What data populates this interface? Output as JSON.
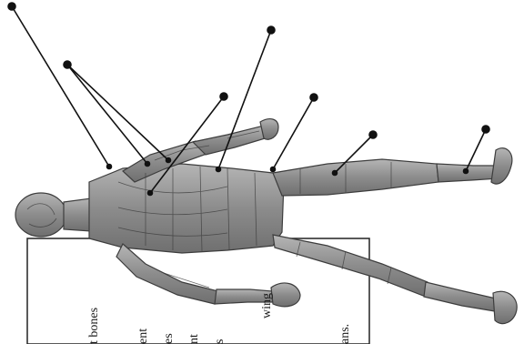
{
  "page": {
    "background": "#ffffff"
  },
  "colors": {
    "muscle": "#9a9a9a",
    "muscle_dark": "#5c5c5c",
    "line": "#111111"
  },
  "figure": {
    "subject": "human muscular anatomy figure (rotated)"
  },
  "callouts": {
    "count": 8,
    "labels": [
      "",
      "",
      "",
      "",
      "",
      "",
      "",
      ""
    ]
  },
  "side_text": {
    "lines": [
      "t bones",
      "ent",
      "es",
      "nt",
      "s",
      "wing",
      "ans."
    ]
  }
}
